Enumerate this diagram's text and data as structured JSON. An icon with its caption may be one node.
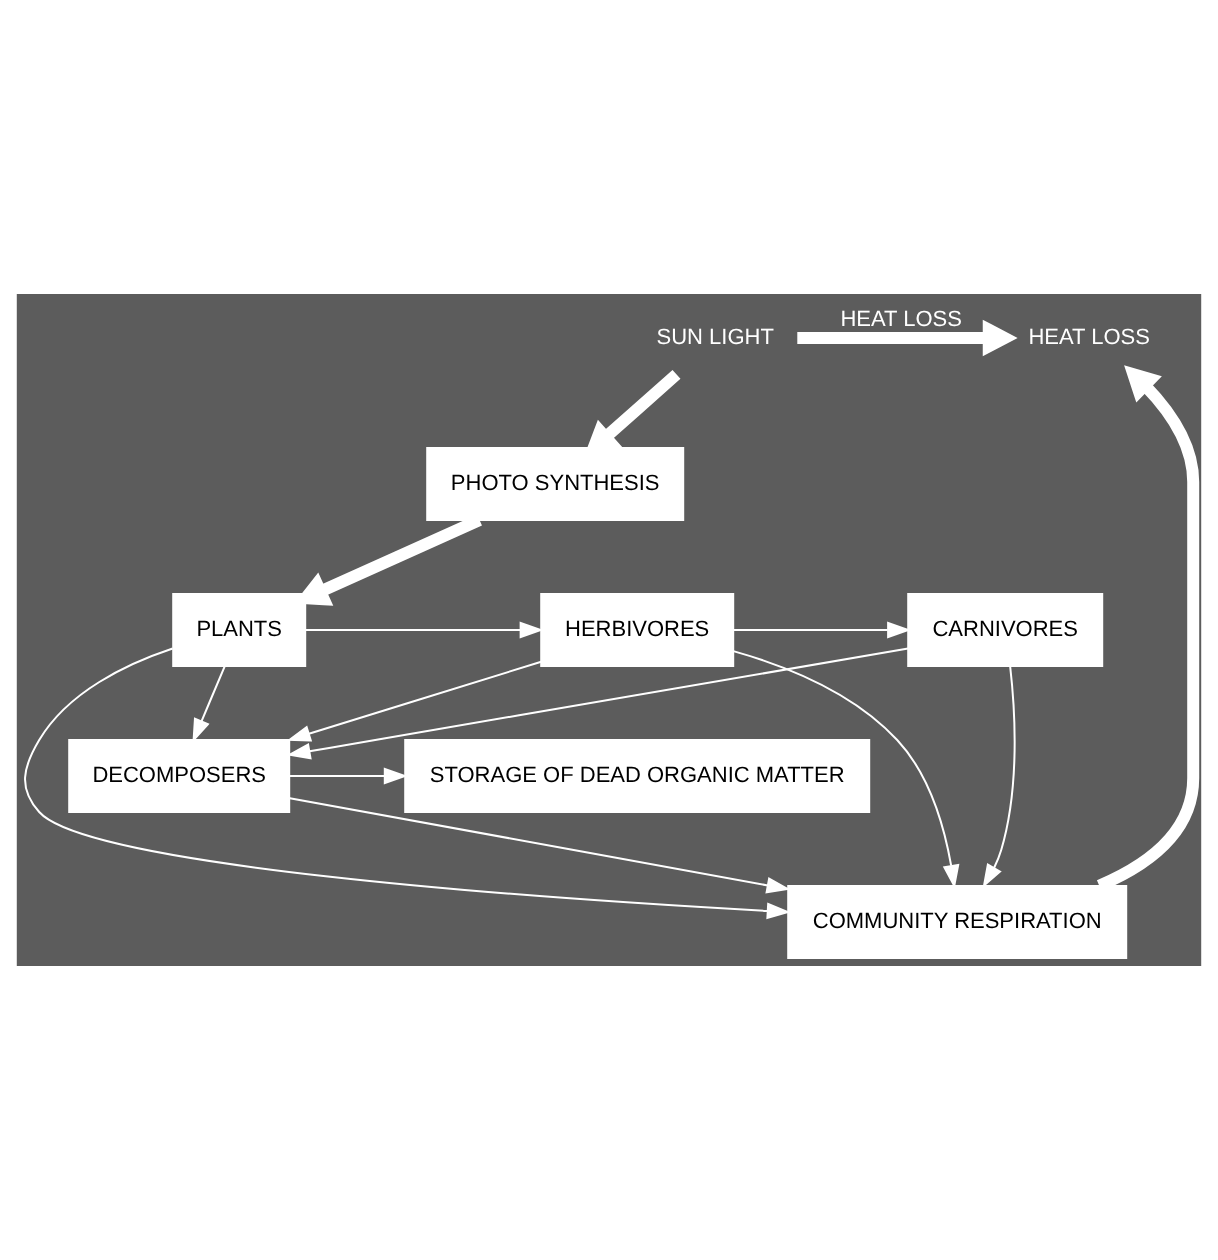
{
  "diagram": {
    "nodes": [
      {
        "text": [
          "SUN LIGHT"
        ]
      },
      {
        "text": [
          "HEAT LOSS"
        ]
      },
      {
        "text": [
          "PHOTO SYNTHESIS"
        ]
      },
      {
        "text": [
          "COMMUNITY RESPIRATION"
        ]
      },
      {
        "text": [
          "PLANTS"
        ]
      },
      {
        "text": [
          "HERBIVORES"
        ]
      },
      {
        "text": [
          "CARNIVORES"
        ]
      },
      {
        "text": [
          "DECOMPOSERS"
        ]
      },
      {
        "text": [
          "STORAGE OF DEAD ORGANIC MATTER"
        ]
      }
    ],
    "edges": [
      {
        "from": 0,
        "to": 2,
        "arrow": "to",
        "style": "thick"
      },
      {
        "from": 0,
        "to": 1,
        "arrow": "to",
        "label": "HEAT LOSS",
        "style": "thick"
      },
      {
        "from": 3,
        "to": 1,
        "arrow": "to",
        "style": "thick"
      },
      {
        "from": 2,
        "to": 4,
        "arrow": "to",
        "style": "thick"
      },
      {
        "from": 4,
        "to": 5,
        "arrow": "to"
      },
      {
        "from": 5,
        "to": 6,
        "arrow": "to"
      },
      {
        "from": 4,
        "to": 3,
        "arrow": "to"
      },
      {
        "from": 5,
        "to": 3,
        "arrow": "to"
      },
      {
        "from": 6,
        "to": 3,
        "arrow": "to"
      },
      {
        "from": 4,
        "to": 7,
        "arrow": "to"
      },
      {
        "from": 5,
        "to": 7,
        "arrow": "to"
      },
      {
        "from": 6,
        "to": 7,
        "arrow": "to"
      },
      {
        "from": 7,
        "to": 3,
        "arrow": "to"
      },
      {
        "from": 7,
        "to": 8,
        "arrow": "to"
      }
    ]
  }
}
